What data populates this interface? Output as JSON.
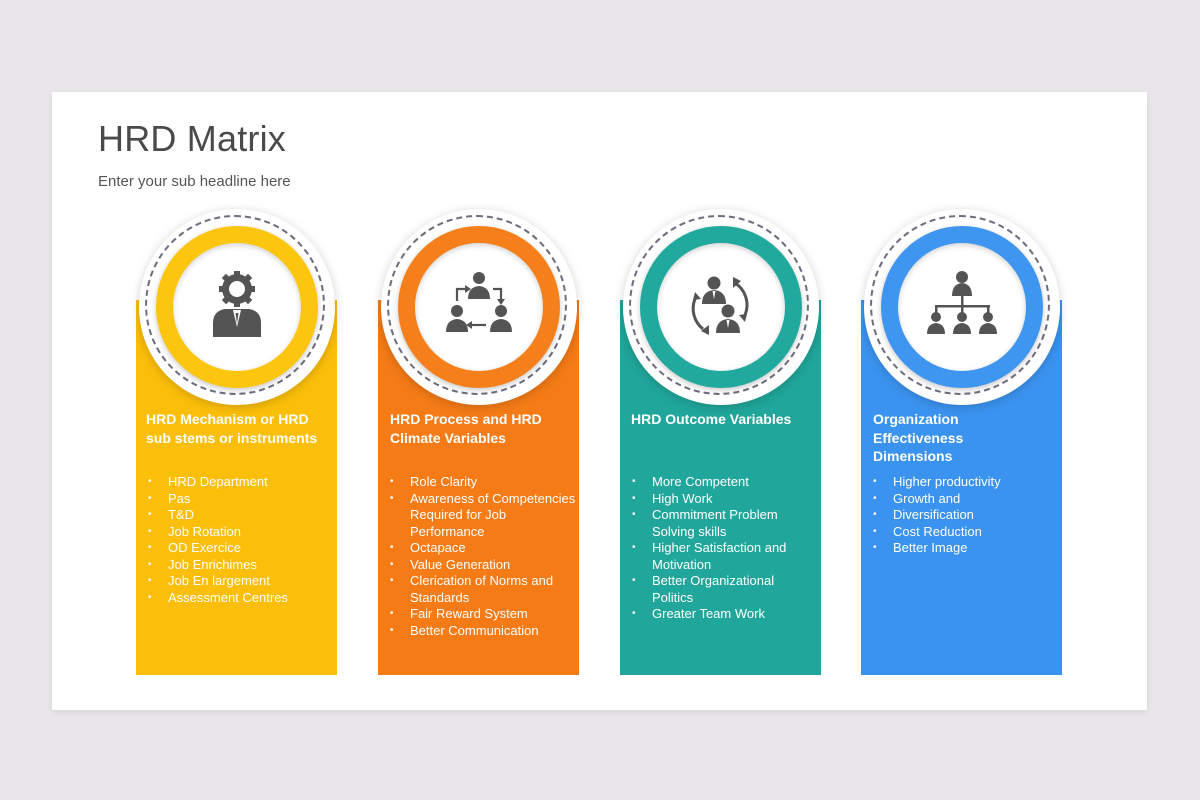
{
  "title": "HRD Matrix",
  "subtitle": "Enter your sub headline here",
  "colors": {
    "background": "#e8e6e8",
    "yellow": "#fbbe09",
    "yellow_ring": "#fcc50e",
    "orange": "#f47b16",
    "orange_ring": "#f5801b",
    "teal": "#20a69a",
    "teal_ring": "#22a99d",
    "blue": "#3b93f0",
    "blue_ring": "#3f96f1",
    "icon": "#545454"
  },
  "cards": [
    {
      "title": "HRD Mechanism or HRD sub stems or instruments",
      "icon": "gear-person-icon",
      "items": [
        "HRD Department",
        "Pas",
        "T&D",
        "Job Rotation",
        "OD Exercice",
        "Job Enrichimes",
        "Job En largement",
        "Assessment Centres"
      ]
    },
    {
      "title": "HRD Process and HRD Climate Variables",
      "icon": "team-cycle-icon",
      "items": [
        "Role Clarity",
        "Awareness of Competencies Required for Job Performance",
        "Octapace",
        "Value Generation",
        "Clerication of Norms and Standards",
        "Fair Reward System",
        "Better Communication"
      ]
    },
    {
      "title": "HRD Outcome Variables",
      "icon": "people-exchange-icon",
      "items": [
        "More Competent",
        "High Work",
        "Commitment Problem Solving skills",
        "Higher Satisfaction and Motivation",
        "Better Organizational Politics",
        "Greater Team Work"
      ]
    },
    {
      "title": "Organization Effectiveness Dimensions",
      "icon": "org-chart-icon",
      "items": [
        "Higher productivity",
        "Growth and",
        "Diversification",
        "Cost Reduction",
        "Better Image"
      ]
    }
  ]
}
